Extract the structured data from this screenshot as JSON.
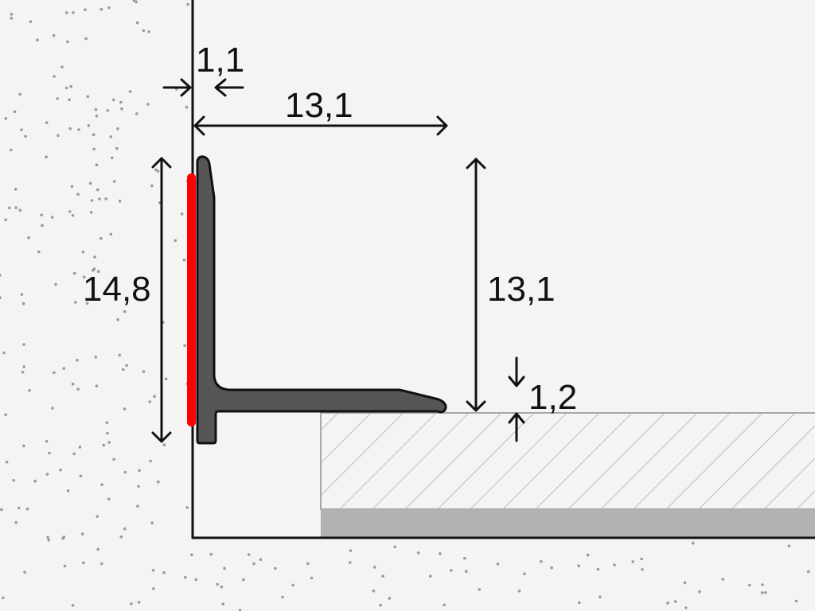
{
  "dimensions": {
    "gap_width": "1,1",
    "top_width": "13,1",
    "total_height": "14,8",
    "right_height": "13,1",
    "base_thickness": "1,2"
  },
  "colors": {
    "background": "#f4f4f4",
    "profile": "#575556",
    "adhesive": "#ff0000",
    "screed": "#b3b1b1",
    "hatch": "#a8a8a8",
    "dots": "#9a9a9a"
  }
}
